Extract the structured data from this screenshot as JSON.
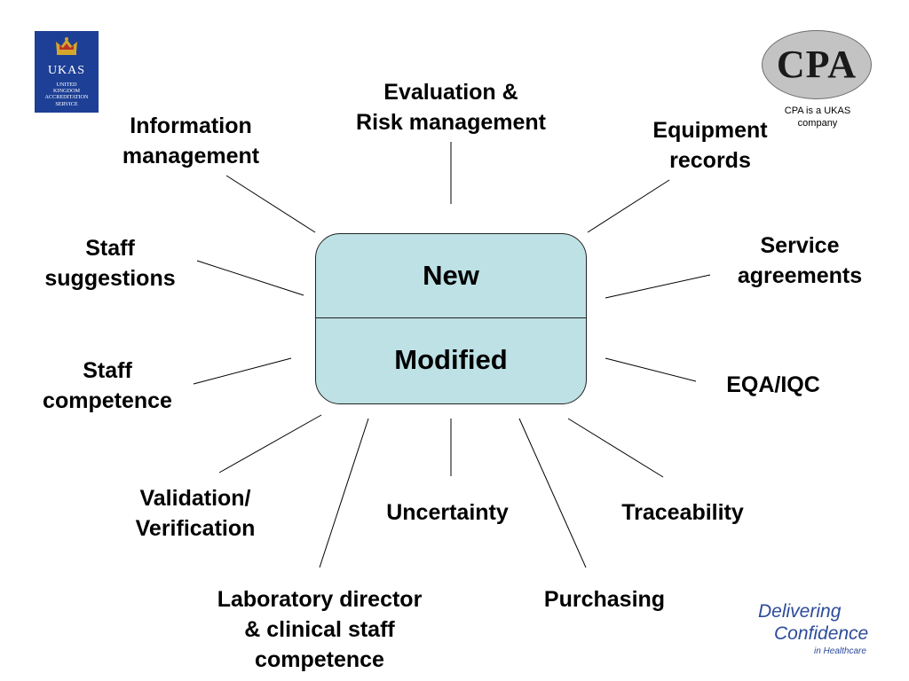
{
  "center": {
    "top": "New",
    "bottom": "Modified"
  },
  "items": [
    {
      "lines": [
        "Evaluation &",
        "Risk management"
      ]
    },
    {
      "lines": [
        "Information",
        "management"
      ]
    },
    {
      "lines": [
        "Equipment",
        "records"
      ]
    },
    {
      "lines": [
        "Staff",
        "suggestions"
      ]
    },
    {
      "lines": [
        "Service",
        "agreements"
      ]
    },
    {
      "lines": [
        "Staff",
        "competence"
      ]
    },
    {
      "lines": [
        "EQA/IQC"
      ]
    },
    {
      "lines": [
        "Validation/",
        "Verification"
      ]
    },
    {
      "lines": [
        "Uncertainty"
      ]
    },
    {
      "lines": [
        "Traceability"
      ]
    },
    {
      "lines": [
        "Laboratory director",
        "& clinical staff",
        "competence"
      ]
    },
    {
      "lines": [
        "Purchasing"
      ]
    }
  ],
  "logos": {
    "ukas": {
      "abbr": "UKAS",
      "full": [
        "UNITED",
        "KINGDOM",
        "ACCREDITATION",
        "SERVICE"
      ]
    },
    "cpa": {
      "name": "CPA",
      "caption": [
        "CPA is a UKAS",
        "company"
      ]
    },
    "delivering_confidence": {
      "line1": "Delivering",
      "line2": "Confidence",
      "line3": "in Healthcare"
    }
  },
  "colors": {
    "box_fill": "#bde1e5",
    "ukas_blue": "#1d3f95",
    "cpa_grey": "#c3c3c3",
    "dc_blue": "#2d4b9a"
  }
}
